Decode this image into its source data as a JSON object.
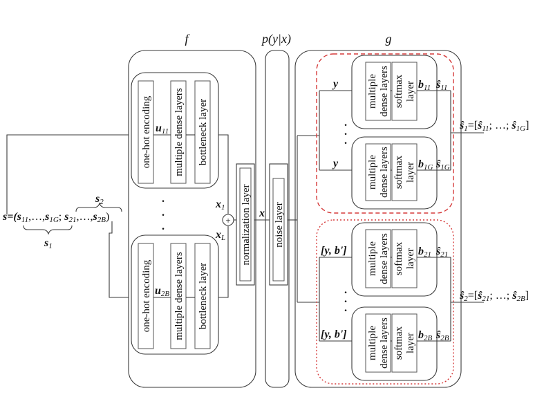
{
  "regions": {
    "f": "f",
    "p": "p(y|x)",
    "g": "g"
  },
  "encoder": {
    "top": {
      "onehot": "one-hot encoding",
      "dense": "multiple dense layers",
      "bottleneck": "bottleneck layer",
      "u_base": "u",
      "u_sub": "11",
      "x_base": "x",
      "x_sub": "1"
    },
    "bottom": {
      "onehot": "one-hot encoding",
      "dense": "multiple dense layers",
      "bottleneck": "bottleneck layer",
      "u_base": "u",
      "u_sub": "2B",
      "x_base": "x",
      "x_sub": "L"
    },
    "plus": "+"
  },
  "norm": "normalization layer",
  "noise": "noise layer",
  "x": "x",
  "input": {
    "s_eq": "s=(",
    "s11": "s",
    "s11_sub": "11",
    "dots1": ",…,",
    "s1g": "s",
    "s1g_sub": "1G",
    "semi": "; ",
    "s21": "s",
    "s21_sub": "21",
    "dots2": ",…,",
    "s2b": "s",
    "s2b_sub": "2B",
    "close": ")",
    "s1_base": "s",
    "s1_sub": "1",
    "s2_base": "s",
    "s2_sub": "2"
  },
  "decoder": {
    "dense": [
      "multiple",
      "dense layers"
    ],
    "softmax": [
      "softmax",
      "layer"
    ],
    "heads": [
      {
        "in": "y",
        "b_base": "b",
        "b_sub": "11",
        "s_base": "ŝ",
        "s_sub": "11"
      },
      {
        "in": "y",
        "b_base": "b",
        "b_sub": "1G",
        "s_base": "ŝ",
        "s_sub": "1G"
      },
      {
        "in": "[y, b']",
        "b_base": "b",
        "b_sub": "21",
        "s_base": "ŝ",
        "s_sub": "21"
      },
      {
        "in": "[y, b']",
        "b_base": "b",
        "b_sub": "2B",
        "s_base": "ŝ",
        "s_sub": "2B"
      }
    ]
  },
  "outputs": {
    "s1": {
      "lhs_base": "ŝ",
      "lhs_sub": "1",
      "eq": "=[",
      "a_base": "ŝ",
      "a_sub": "11",
      "mid": "; …; ",
      "b_base": "ŝ",
      "b_sub": "1G",
      "close": "]"
    },
    "s2": {
      "lhs_base": "ŝ",
      "lhs_sub": "2",
      "eq": "=[",
      "a_base": "ŝ",
      "a_sub": "21",
      "mid": "; …; ",
      "b_base": "ŝ",
      "b_sub": "2B",
      "close": "]"
    }
  },
  "dots": {
    "vertical": [
      "·",
      "·",
      "·"
    ]
  }
}
